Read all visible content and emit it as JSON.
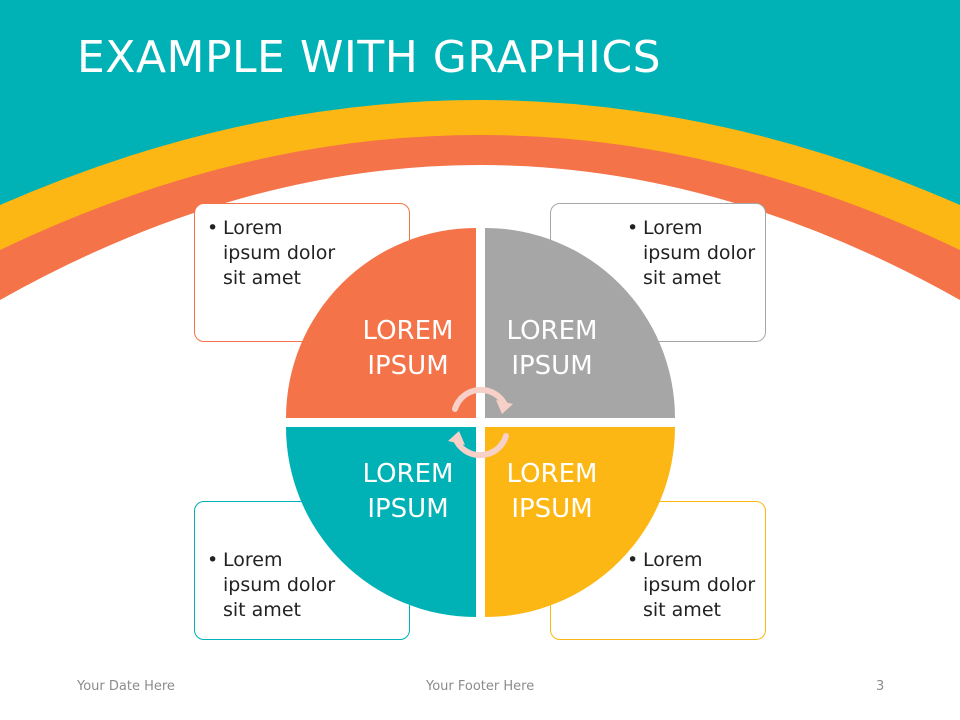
{
  "slide": {
    "title": "EXAMPLE WITH GRAPHICS",
    "footer_date": "Your Date Here",
    "footer_text": "Your Footer Here",
    "page_number": "3"
  },
  "colors": {
    "teal": "#00B2B5",
    "orange": "#F47349",
    "yellow": "#FDB714",
    "gray": "#A6A6A6",
    "arrow_pink": "#F7D0C8"
  },
  "quadrants": [
    {
      "label_line1": "LOREM",
      "label_line2": "IPSUM",
      "color": "#F47349"
    },
    {
      "label_line1": "LOREM",
      "label_line2": "IPSUM",
      "color": "#A6A6A6"
    },
    {
      "label_line1": "LOREM",
      "label_line2": "IPSUM",
      "color": "#00B2B5"
    },
    {
      "label_line1": "LOREM",
      "label_line2": "IPSUM",
      "color": "#FDB714"
    }
  ],
  "callouts": [
    {
      "lines": [
        "Lorem",
        "ipsum dolor",
        "sit amet"
      ]
    },
    {
      "lines": [
        "Lorem",
        "ipsum dolor",
        "sit amet"
      ]
    },
    {
      "lines": [
        "Lorem",
        "ipsum dolor",
        "sit amet"
      ]
    },
    {
      "lines": [
        "Lorem",
        "ipsum dolor",
        "sit amet"
      ]
    }
  ],
  "icons": [
    "cycle-arrow-icon",
    "bullet-icon"
  ]
}
